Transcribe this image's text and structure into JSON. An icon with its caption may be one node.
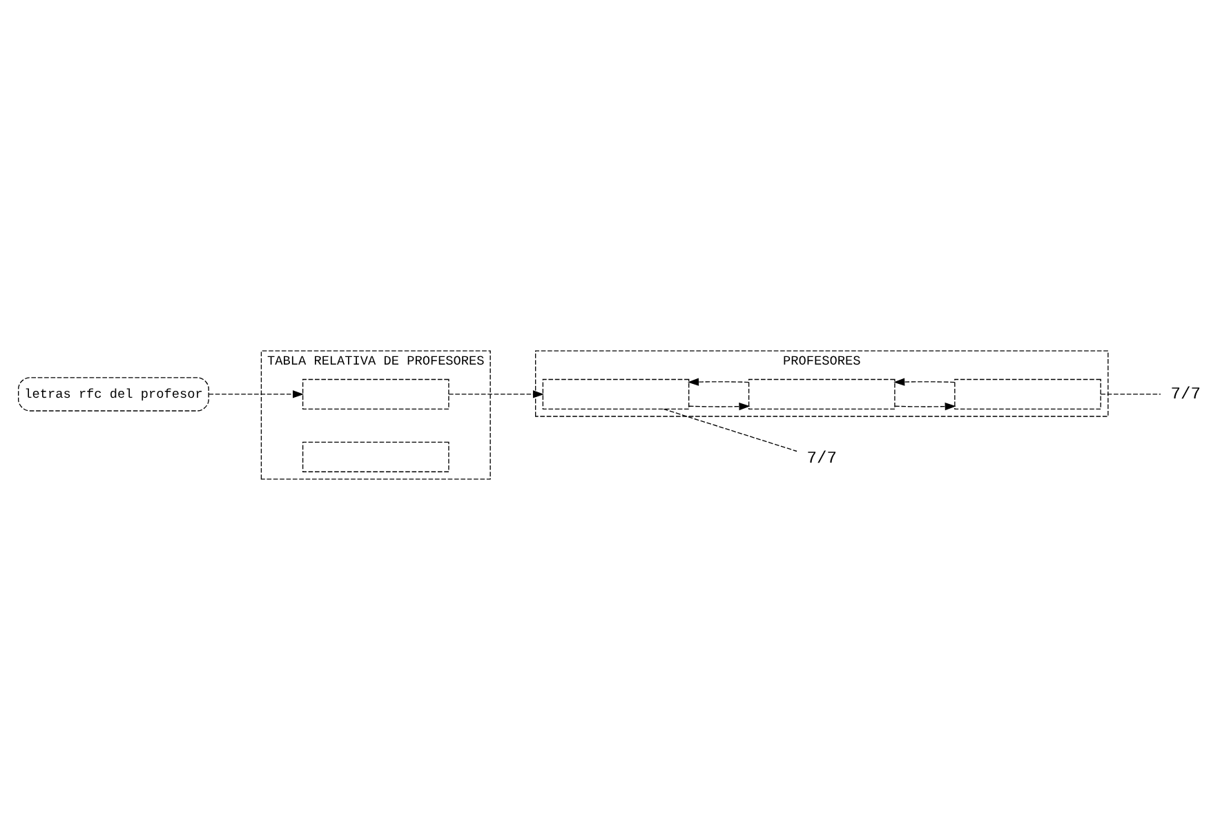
{
  "diagram": {
    "nodes": [
      {
        "text": [
          "letras rfc del profesor"
        ]
      },
      {
        "text": [
          "TABLA RELATIVA DE PROFESORES"
        ]
      },
      {
        "text": [],
        "shape": "box",
        "in": 1
      },
      {
        "text": [],
        "shape": "box",
        "in": 1
      },
      {
        "text": [
          "PROFESORES"
        ]
      },
      {
        "text": [],
        "shape": "box",
        "in": 4
      },
      {
        "text": [],
        "shape": "box",
        "in": 4
      },
      {
        "text": [],
        "shape": "box",
        "in": 4
      },
      {
        "text": [
          "7/7"
        ]
      },
      {
        "text": [
          "7/7"
        ]
      }
    ],
    "edges": [
      {
        "from": 0,
        "to": 2,
        "arrow": "to"
      },
      {
        "from": 2,
        "to": 5,
        "arrow": "to"
      },
      {
        "from": 5,
        "to": 8,
        "arrow": "none"
      },
      {
        "from": 5,
        "to": 6,
        "arrow": "to"
      },
      {
        "from": 6,
        "to": 5,
        "arrow": "to"
      },
      {
        "from": 6,
        "to": 7,
        "arrow": "to"
      },
      {
        "from": 7,
        "to": 9,
        "arrow": "none"
      },
      {
        "from": 7,
        "to": 6,
        "arrow": "to"
      }
    ]
  }
}
